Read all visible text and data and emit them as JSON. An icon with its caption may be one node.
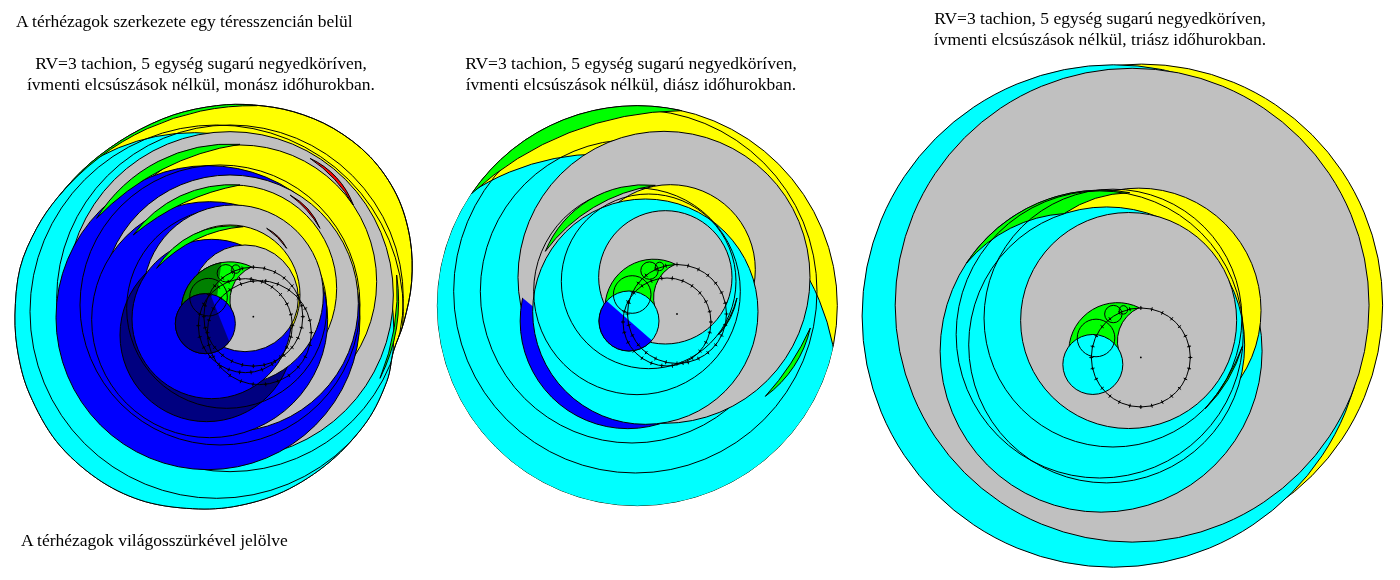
{
  "diagram": {
    "title": "A térhézagok szerkezete egy téresszencián belül",
    "labels": [
      "RV=3 tachion, 5 egység sugarú negyedköríven, ívmenti elcsúszások nélkül, monász időhurokban.",
      "RV=3 tachion, 5 egység sugarú negyedköríven, ívmenti elcsúszások nélkül, diász időhurokban.",
      "RV=3 tachion, 5 egység sugarú negyedköríven, ívmenti elcsúszások nélkül, triász időhurokban."
    ],
    "caption": "A térhézagok világosszürkével jelölve"
  }
}
